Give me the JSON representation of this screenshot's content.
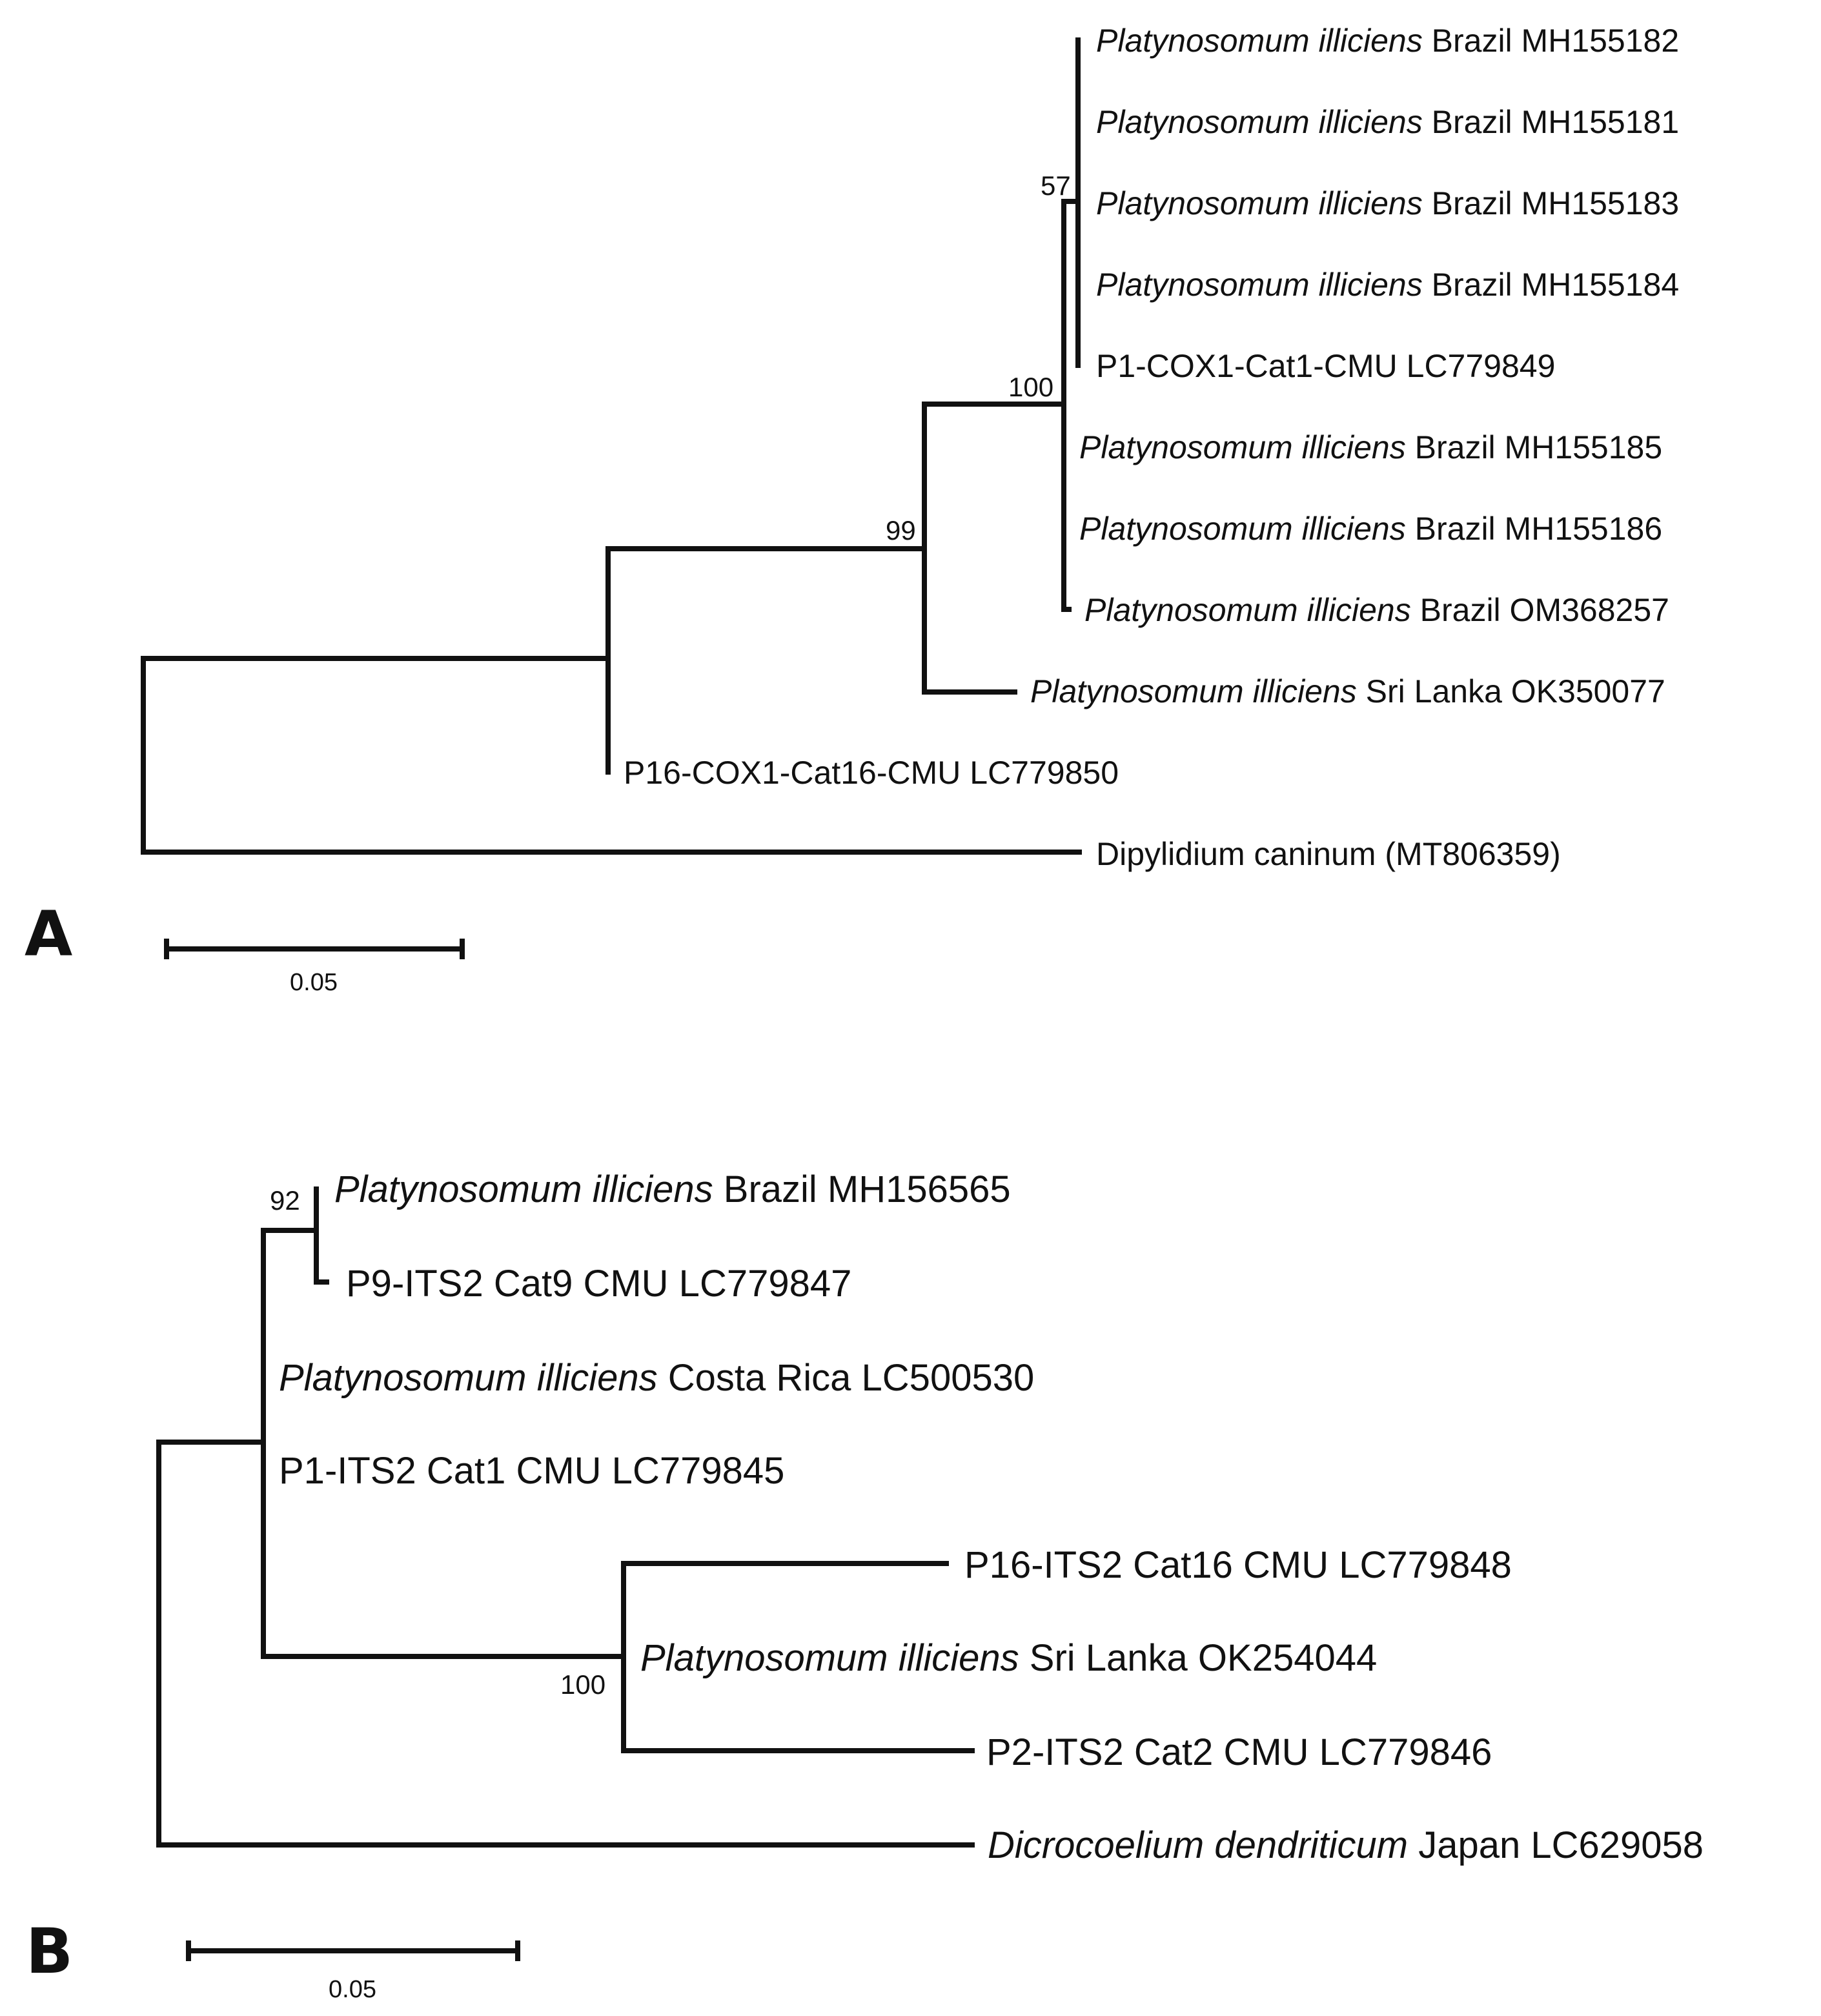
{
  "panel_a": {
    "panel_label": "A",
    "tips": [
      {
        "italic": "Platynosomum illiciens",
        "rest": " Brazil MH155182"
      },
      {
        "italic": "Platynosomum illiciens",
        "rest": " Brazil MH155181"
      },
      {
        "italic": "Platynosomum illiciens",
        "rest": " Brazil MH155183"
      },
      {
        "italic": "Platynosomum illiciens",
        "rest": " Brazil MH155184"
      },
      {
        "italic": "",
        "rest": "P1-COX1-Cat1-CMU LC779849"
      },
      {
        "italic": "Platynosomum illiciens",
        "rest": " Brazil MH155185"
      },
      {
        "italic": "Platynosomum illiciens",
        "rest": " Brazil MH155186"
      },
      {
        "italic": "Platynosomum illiciens",
        "rest": " Brazil OM368257"
      },
      {
        "italic": "Platynosomum illiciens",
        "rest": " Sri Lanka OK350077"
      },
      {
        "italic": "",
        "rest": "P16-COX1-Cat16-CMU LC779850"
      },
      {
        "italic": "",
        "rest": "Dipylidium caninum (MT806359)"
      }
    ],
    "bootstrap": [
      "57",
      "100",
      "99"
    ],
    "scale_bar": "0.05"
  },
  "panel_b": {
    "panel_label": "B",
    "tips": [
      {
        "italic": "Platynosomum illiciens",
        "rest": " Brazil MH156565"
      },
      {
        "italic": "",
        "rest": "P9-ITS2 Cat9 CMU LC779847"
      },
      {
        "italic": "Platynosomum illiciens",
        "rest": " Costa Rica LC500530"
      },
      {
        "italic": "",
        "rest": "P1-ITS2 Cat1 CMU LC779845"
      },
      {
        "italic": "",
        "rest": "P16-ITS2 Cat16 CMU LC779848"
      },
      {
        "italic": "Platynosomum illiciens",
        "rest": " Sri Lanka OK254044"
      },
      {
        "italic": "",
        "rest": "P2-ITS2 Cat2 CMU LC779846"
      },
      {
        "italic": "Dicrocoelium dendriticum",
        "rest": " Japan LC629058"
      }
    ],
    "bootstrap": [
      "92",
      "100"
    ],
    "scale_bar": "0.05"
  }
}
